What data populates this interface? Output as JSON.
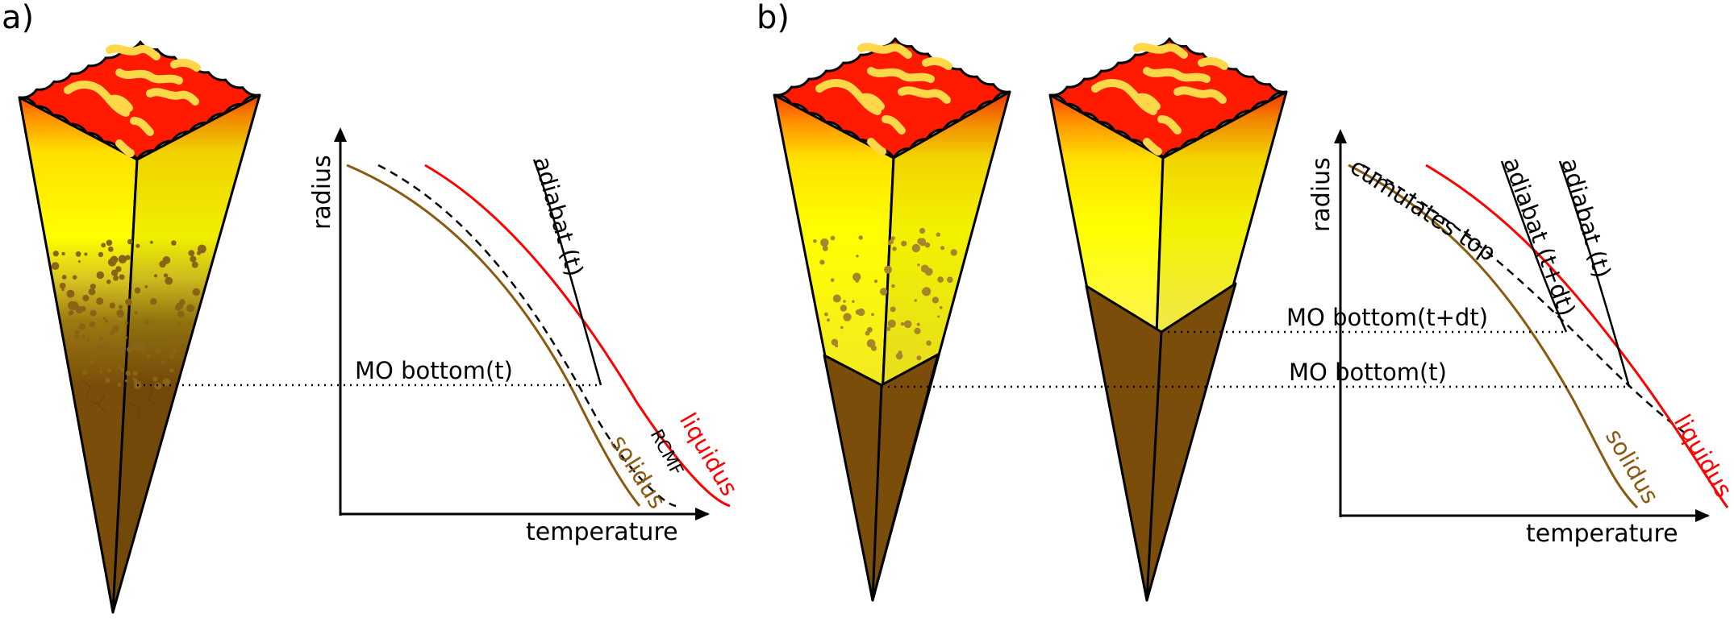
{
  "panels": {
    "a": {
      "label": "a)",
      "axis": {
        "x": "temperature",
        "y": "radius"
      },
      "curves": {
        "solidus": "solidus",
        "rcmf": "RCMF",
        "liquidus": "liquidus",
        "adiabat": "adiabat (t)"
      },
      "levels": {
        "mo_bottom": "MO bottom(t)"
      }
    },
    "b": {
      "label": "b)",
      "axis": {
        "x": "temperature",
        "y": "radius"
      },
      "curves": {
        "cumulates": "cumulates top",
        "adiabat_t": "adiabat (t)",
        "adiabat_tdt": "adiabat (t+dt)",
        "solidus": "solidus",
        "liquidus": "liquidus"
      },
      "levels": {
        "mo_bottom_tdt": "MO bottom(t+dt)",
        "mo_bottom_t": "MO bottom(t)"
      }
    }
  },
  "colors": {
    "molten_red": "#ff1a00",
    "molten_yellow": "#ffff00",
    "swirl": "#ffd84a",
    "solid_brown": "#7a4e0a",
    "solidus": "#8a5a10",
    "liquidus": "#ff0000"
  }
}
